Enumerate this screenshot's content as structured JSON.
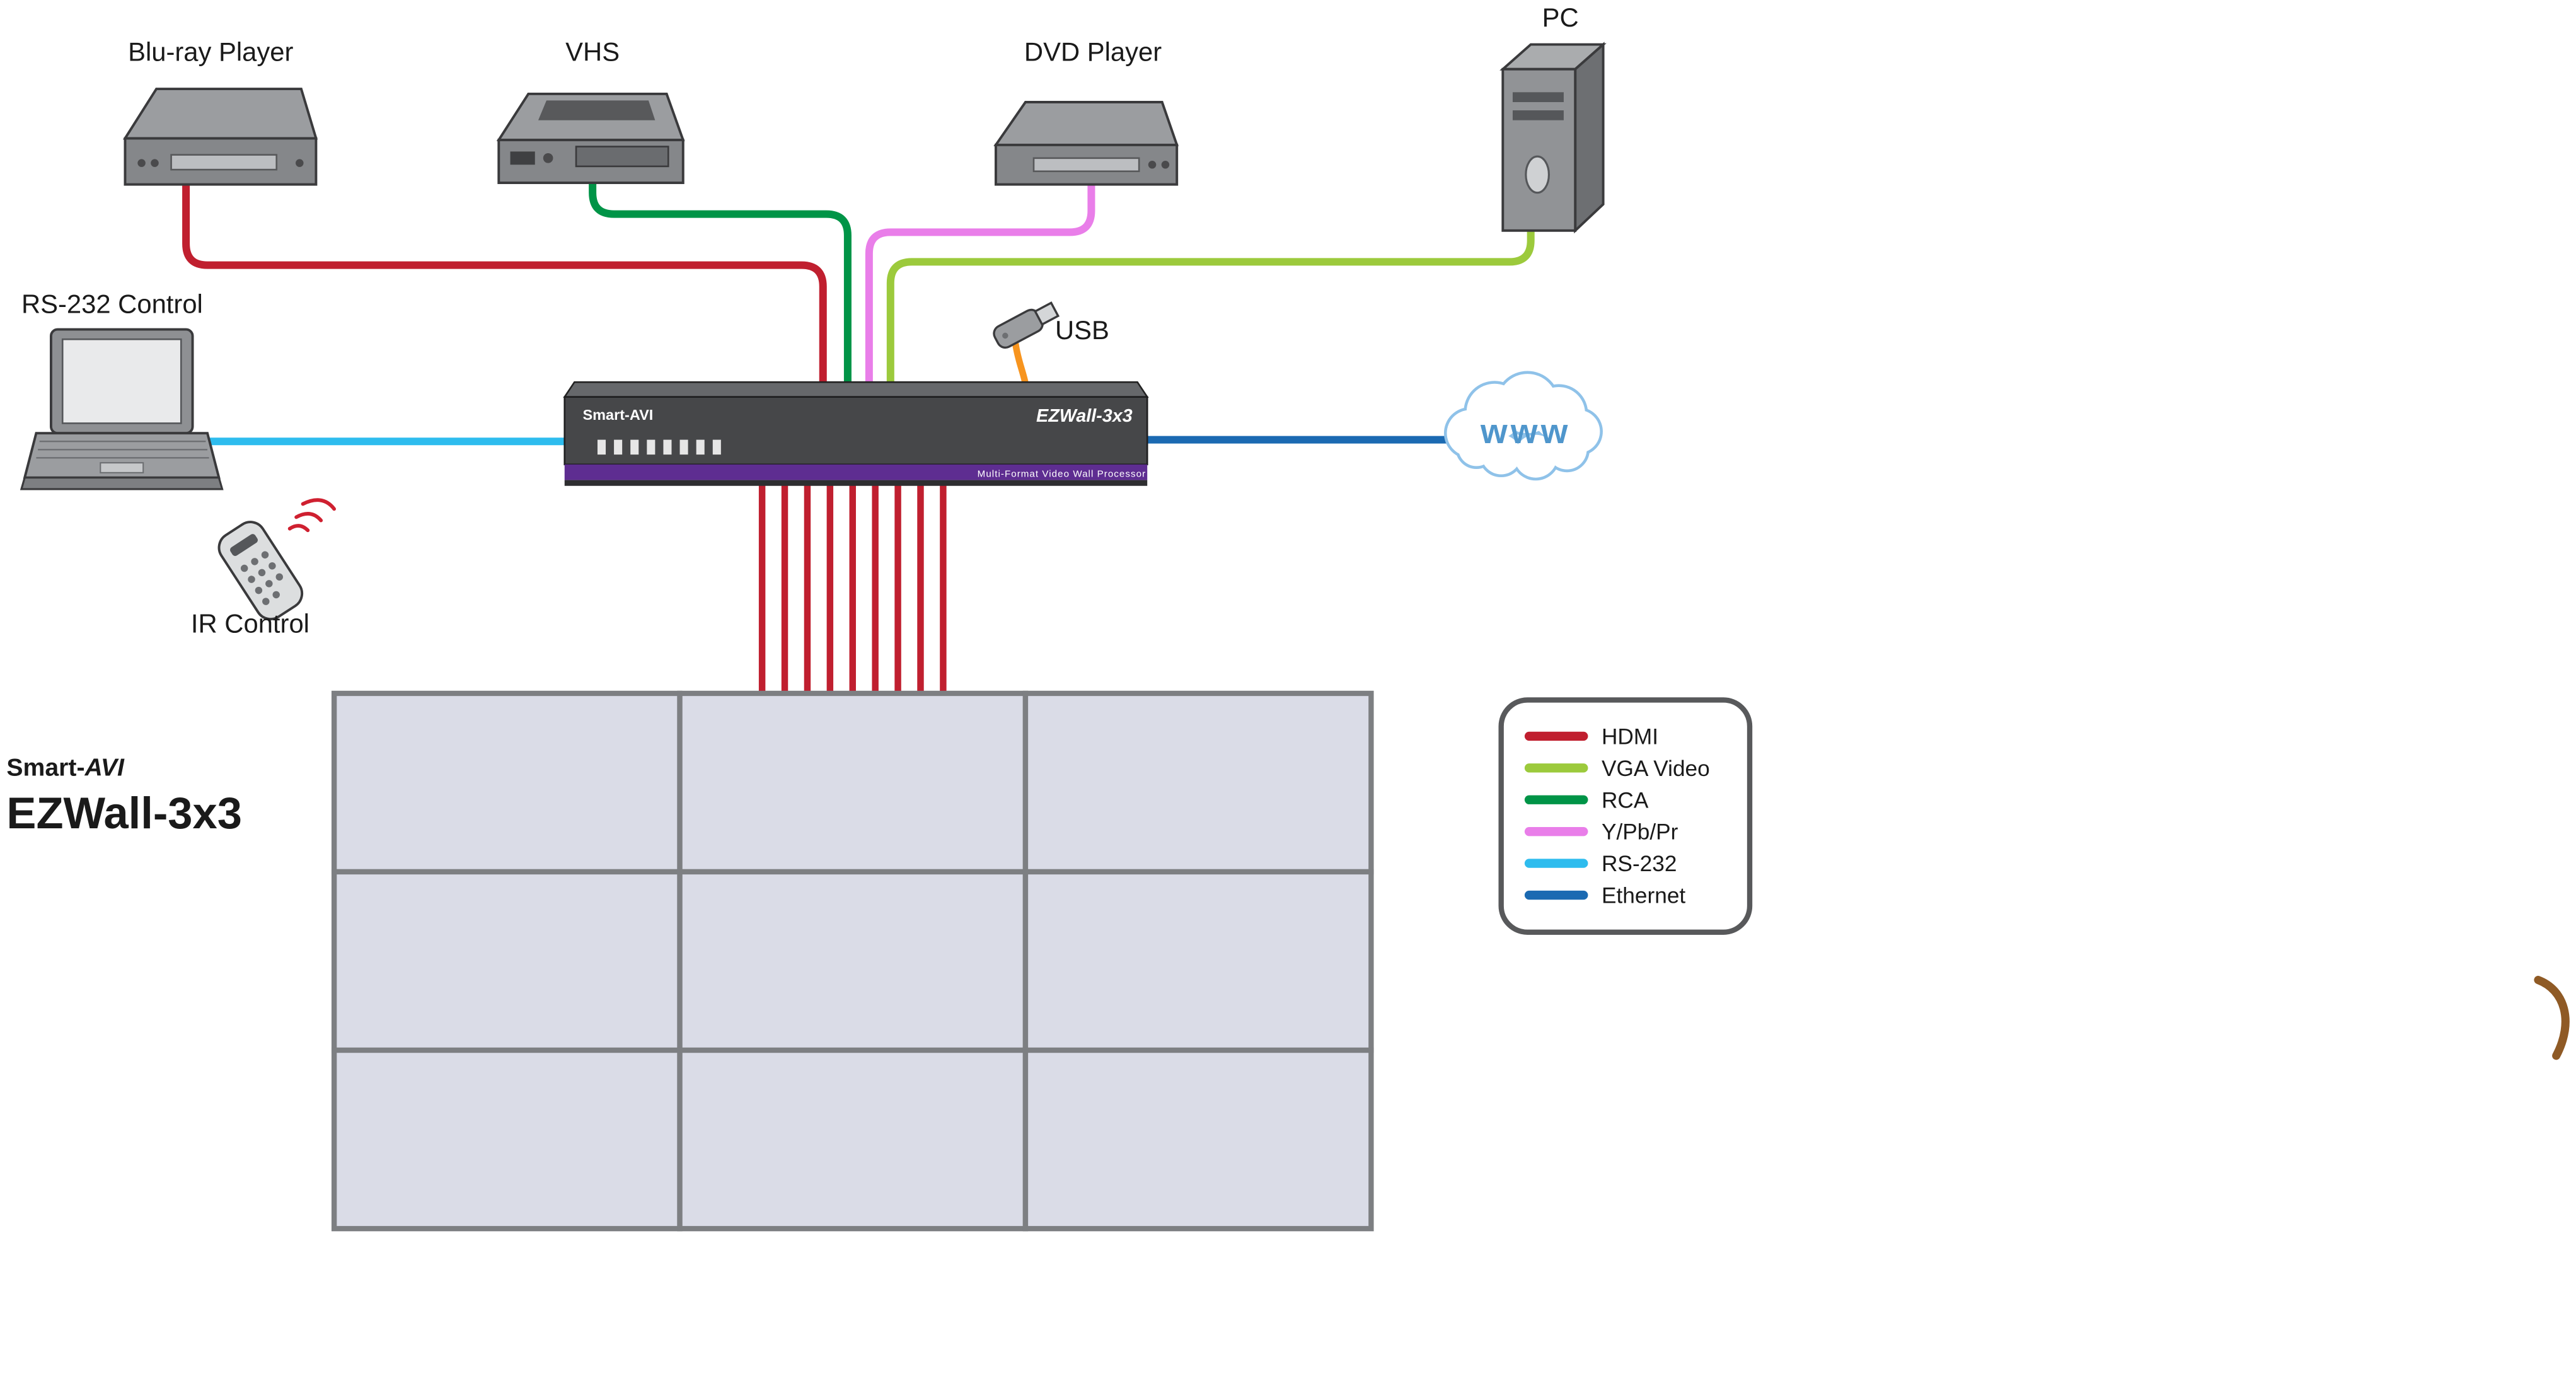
{
  "page": {
    "background": "#ffffff"
  },
  "sources": {
    "bluray_label": "Blu-ray Player",
    "vhs_label": "VHS",
    "dvd_label": "DVD Player",
    "pc_label": "PC"
  },
  "controls": {
    "rs232_label": "RS-232 Control",
    "ir_label": "IR Control",
    "usb_label": "USB"
  },
  "network": {
    "cloud_label": "www"
  },
  "processor": {
    "brand": "Smart-AVI",
    "model": "EZWall-3x3",
    "stripe_label": "Multi-Format Video Wall Processor"
  },
  "branding": {
    "brand_prefix": "Smart-",
    "brand_suffix": "AVI",
    "product": "EZWall-3x3"
  },
  "legend": {
    "items": [
      {
        "label": "HDMI",
        "color": "#c01f2f"
      },
      {
        "label": "VGA Video",
        "color": "#9cca3c"
      },
      {
        "label": "RCA",
        "color": "#009447"
      },
      {
        "label": "Y/Pb/Pr",
        "color": "#e97ee9"
      },
      {
        "label": "RS-232",
        "color": "#2ebcee"
      },
      {
        "label": "Ethernet",
        "color": "#1b6ab2"
      }
    ]
  },
  "cables": {
    "usb_color": "#f7941e"
  },
  "video_wall": {
    "rows": 3,
    "cols": 3
  }
}
